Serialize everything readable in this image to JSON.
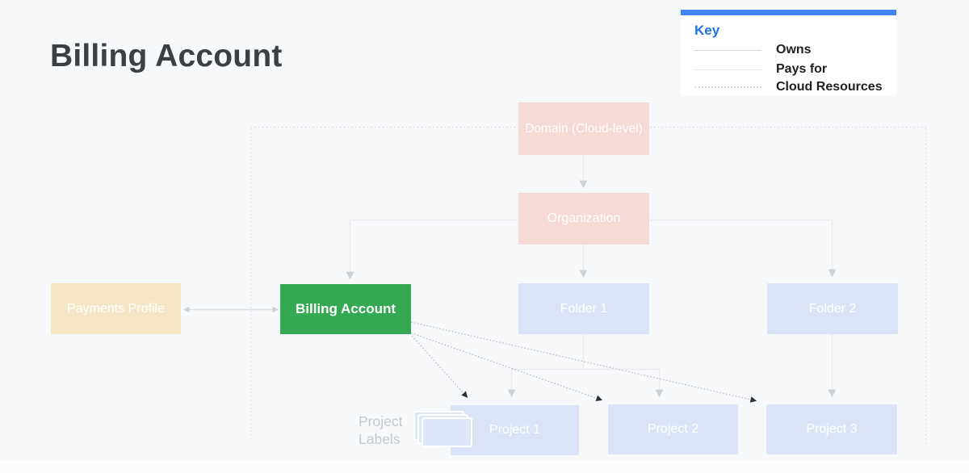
{
  "page": {
    "title": "Billing Account"
  },
  "key": {
    "title": "Key",
    "items": [
      {
        "label": "Owns",
        "line_style": "solid"
      },
      {
        "label": "Pays for",
        "line_style": "dotted-fine"
      },
      {
        "label": "Cloud Resources",
        "line_style": "dotted"
      }
    ]
  },
  "nodes": {
    "domain": {
      "label": "Domain (Cloud-level)"
    },
    "organization": {
      "label": "Organization"
    },
    "payments_profile": {
      "label": "Payments Profile"
    },
    "billing_account": {
      "label": "Billing Account"
    },
    "folder1": {
      "label": "Folder 1"
    },
    "folder2": {
      "label": "Folder 2"
    },
    "project1": {
      "label": "Project 1"
    },
    "project2": {
      "label": "Project 2"
    },
    "project3": {
      "label": "Project 3"
    }
  },
  "annotations": {
    "project_labels_line1": "Project",
    "project_labels_line2": "Labels"
  },
  "edges": [
    {
      "from": "domain",
      "to": "organization",
      "relation": "owns"
    },
    {
      "from": "organization",
      "to": "billing_account",
      "relation": "owns"
    },
    {
      "from": "organization",
      "to": "folder1",
      "relation": "owns"
    },
    {
      "from": "organization",
      "to": "folder2",
      "relation": "owns"
    },
    {
      "from": "payments_profile",
      "to": "billing_account",
      "relation": "owns",
      "bidirectional": true
    },
    {
      "from": "folder1",
      "to": "project1",
      "relation": "owns"
    },
    {
      "from": "folder1",
      "to": "project2",
      "relation": "owns"
    },
    {
      "from": "folder2",
      "to": "project3",
      "relation": "owns"
    },
    {
      "from": "billing_account",
      "to": "project1",
      "relation": "pays-for"
    },
    {
      "from": "billing_account",
      "to": "project2",
      "relation": "pays-for"
    },
    {
      "from": "billing_account",
      "to": "project3",
      "relation": "pays-for"
    },
    {
      "from": "domain",
      "to": "cloud-boundary",
      "relation": "cloud-resources"
    }
  ],
  "colors": {
    "background": "#f7f8f9",
    "title_text": "#3c4043",
    "key_accent_bar": "#4285f4",
    "key_title": "#1a73e8",
    "key_text": "#202124",
    "node_text": "#ffffff",
    "domain_fill": "#f7d9d6",
    "organization_fill": "#f7d9d6",
    "payments_fill": "#f5e7c5",
    "billing_fill": "#34a853",
    "folder_fill": "#dbe4f6",
    "project_fill": "#dbe4f6",
    "owns_line": "#e8eaed",
    "pays_for_line": "#b2b6bc",
    "cloud_resources_line": "#d9dce0",
    "project_labels_text": "#c5c9ce"
  }
}
